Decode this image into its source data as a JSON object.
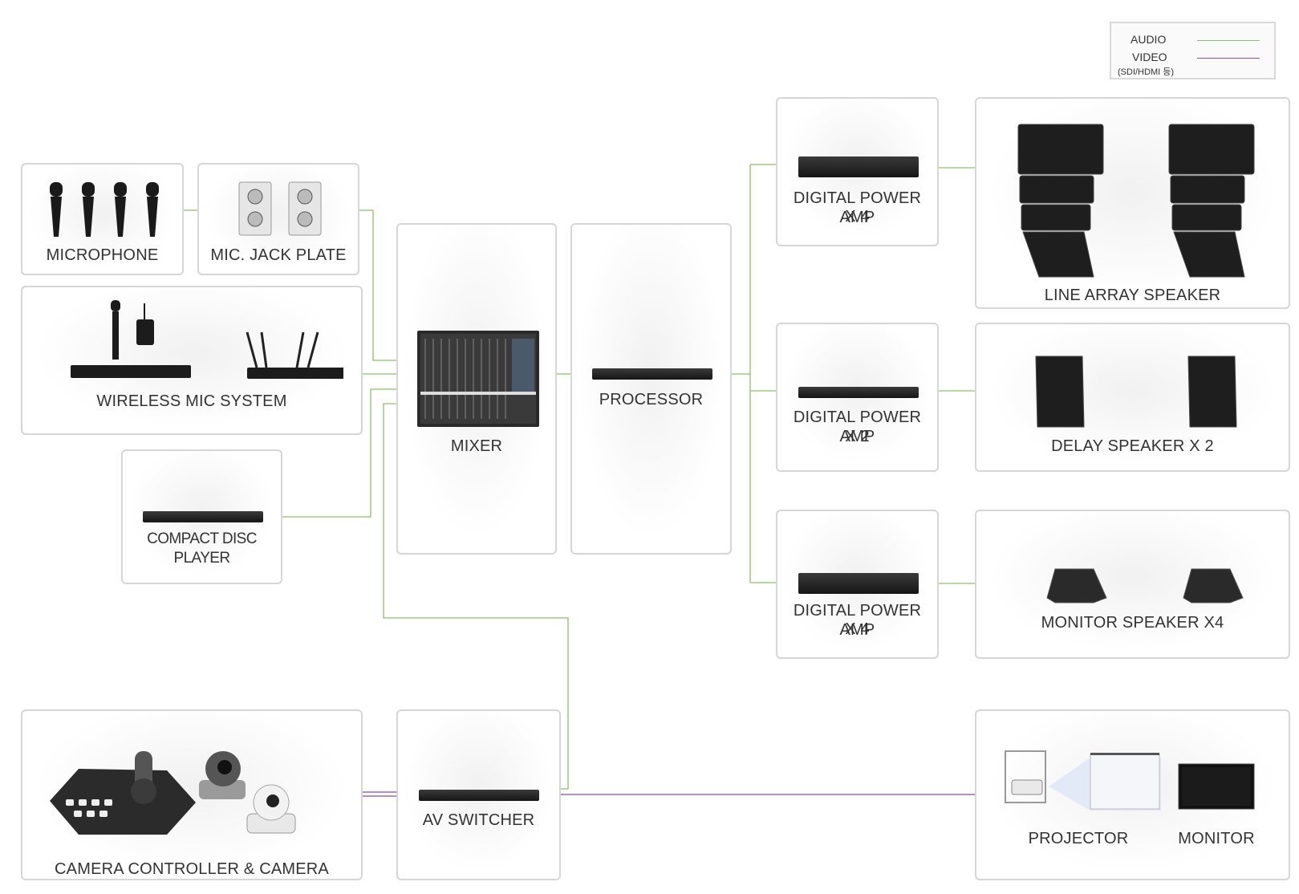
{
  "legend": {
    "audio_label": "AUDIO",
    "video_label": "VIDEO",
    "video_sub": "(SDI/HDMI 등)",
    "audio_color": "#8cc16a",
    "video_color": "#8a4aa8"
  },
  "boxes": {
    "microphone": "MICROPHONE",
    "mic_jack_plate": "MIC. JACK PLATE",
    "wireless_mic": "WIRELESS MIC SYSTEM",
    "cd_player": "COMPACT DISC PLAYER",
    "mixer": "MIXER",
    "processor": "PROCESSOR",
    "amp1_line1": "DIGITAL POWER AMP",
    "amp1_line2": "X 4",
    "amp2_line1": "DIGITAL POWER AMP",
    "amp2_line2": "X 2",
    "amp3_line1": "DIGITAL POWER AMP",
    "amp3_line2": "X 4",
    "line_array": "LINE ARRAY SPEAKER",
    "delay_speaker": "DELAY SPEAKER X 2",
    "monitor_speaker": "MONITOR SPEAKER X4",
    "camera": "CAMERA CONTROLLER & CAMERA",
    "av_switcher": "AV SWITCHER",
    "projector": "PROJECTOR",
    "monitor": "MONITOR"
  }
}
